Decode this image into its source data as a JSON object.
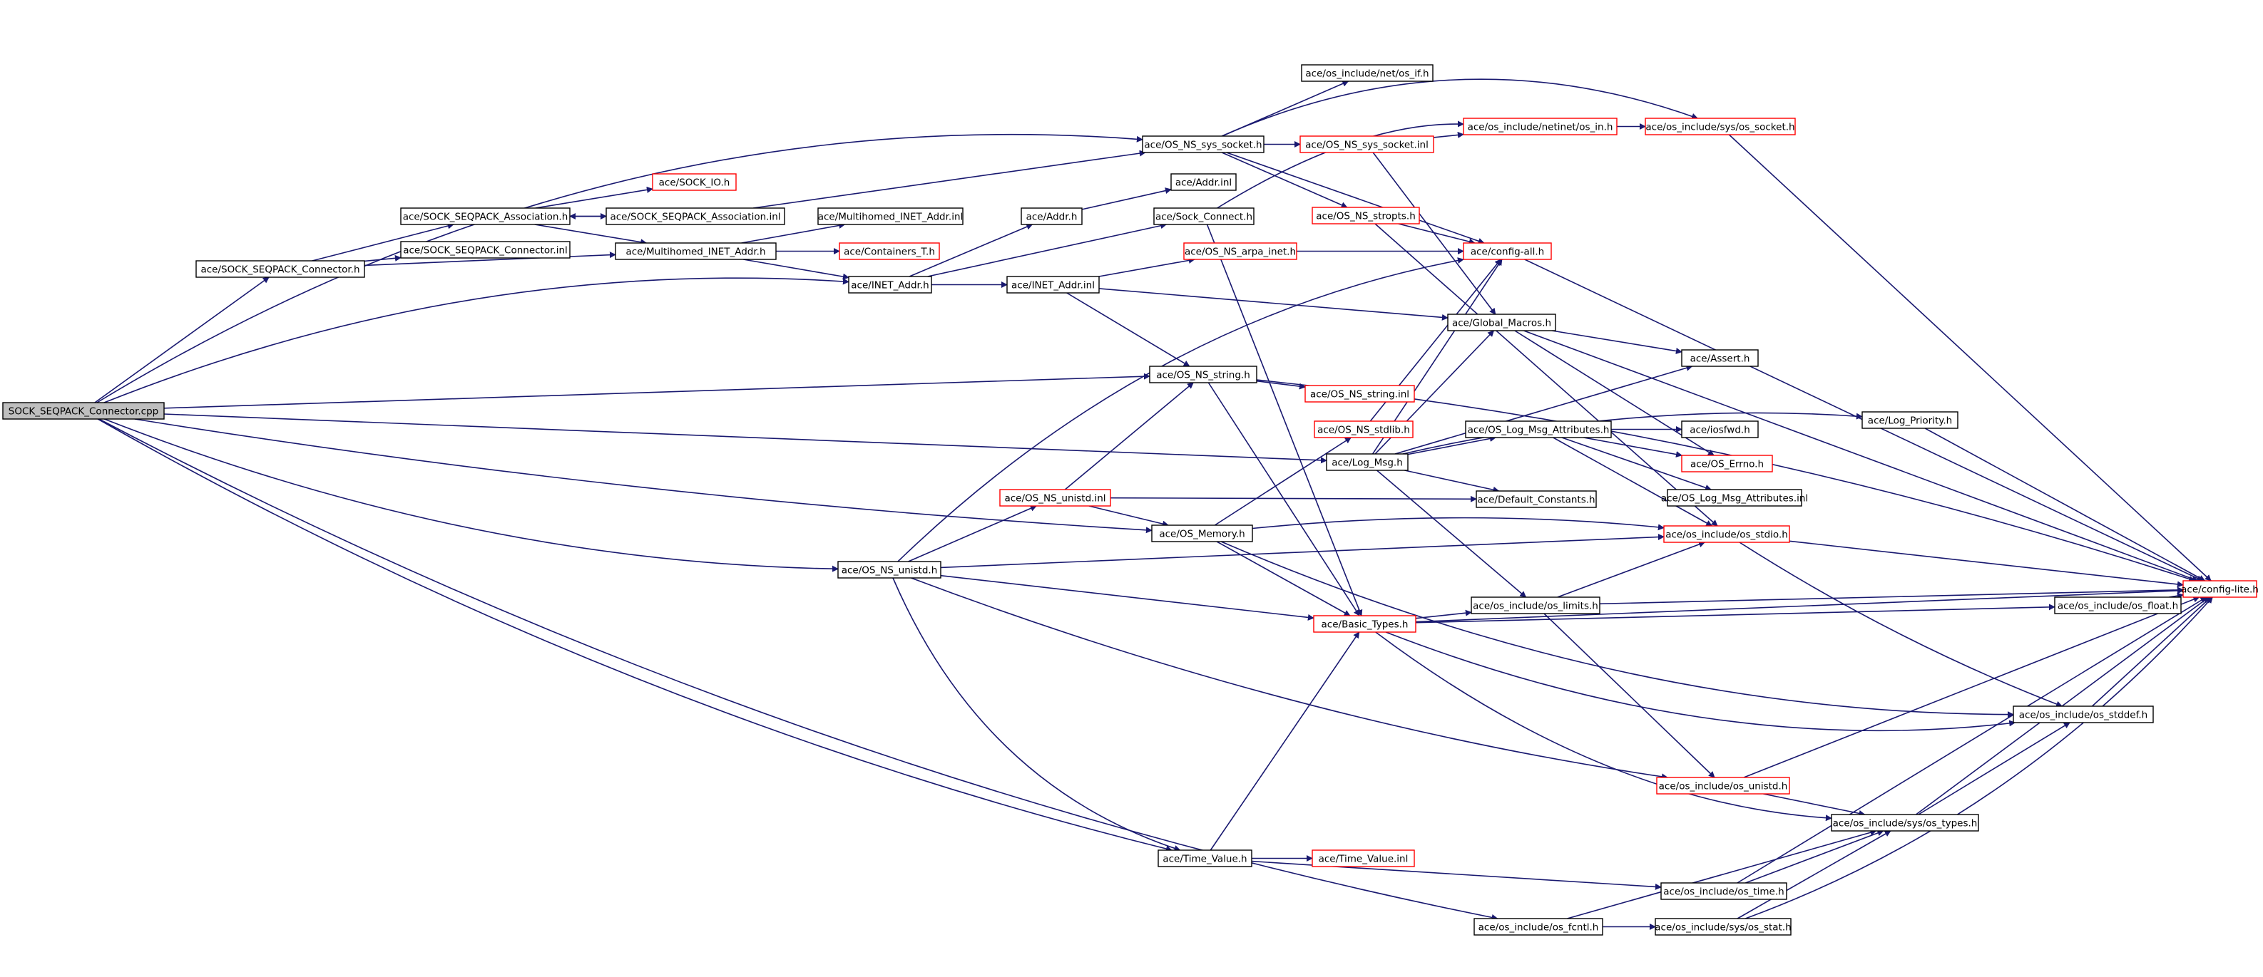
{
  "diagram": {
    "style": {
      "edge_color": "#191970",
      "border_default": "#000000",
      "border_incomplete": "#ff0000",
      "root_fill": "#bfbfbf",
      "node_fill": "#ffffff",
      "text_color": "#000000"
    },
    "nodes": [
      {
        "id": "n_root",
        "label": "SOCK_SEQPACK_Connector.cpp",
        "kind": "root"
      },
      {
        "id": "n_conn_h",
        "label": "ace/SOCK_SEQPACK_Connector.h",
        "kind": "normal"
      },
      {
        "id": "n_assoc_h",
        "label": "ace/SOCK_SEQPACK_Association.h",
        "kind": "normal"
      },
      {
        "id": "n_conn_inl",
        "label": "ace/SOCK_SEQPACK_Connector.inl",
        "kind": "normal"
      },
      {
        "id": "n_sockio",
        "label": "ace/SOCK_IO.h",
        "kind": "incomplete"
      },
      {
        "id": "n_assoc_inl",
        "label": "ace/SOCK_SEQPACK_Association.inl",
        "kind": "normal"
      },
      {
        "id": "n_mh_inet",
        "label": "ace/Multihomed_INET_Addr.h",
        "kind": "normal"
      },
      {
        "id": "n_mh_inl",
        "label": "ace/Multihomed_INET_Addr.inl",
        "kind": "normal"
      },
      {
        "id": "n_cont_t",
        "label": "ace/Containers_T.h",
        "kind": "incomplete"
      },
      {
        "id": "n_inet_h",
        "label": "ace/INET_Addr.h",
        "kind": "normal"
      },
      {
        "id": "n_addr_h",
        "label": "ace/Addr.h",
        "kind": "normal"
      },
      {
        "id": "n_addr_inl",
        "label": "ace/Addr.inl",
        "kind": "normal"
      },
      {
        "id": "n_sock_conn",
        "label": "ace/Sock_Connect.h",
        "kind": "normal"
      },
      {
        "id": "n_inet_inl",
        "label": "ace/INET_Addr.inl",
        "kind": "normal"
      },
      {
        "id": "n_sys_socket",
        "label": "ace/OS_NS_sys_socket.h",
        "kind": "normal"
      },
      {
        "id": "n_net_if",
        "label": "ace/os_include/net/os_if.h",
        "kind": "normal"
      },
      {
        "id": "n_sys_sock_inl",
        "label": "ace/OS_NS_sys_socket.inl",
        "kind": "incomplete"
      },
      {
        "id": "n_netinet_in",
        "label": "ace/os_include/netinet/os_in.h",
        "kind": "incomplete"
      },
      {
        "id": "n_sys_os_socket",
        "label": "ace/os_include/sys/os_socket.h",
        "kind": "incomplete"
      },
      {
        "id": "n_stropts",
        "label": "ace/OS_NS_stropts.h",
        "kind": "incomplete"
      },
      {
        "id": "n_arpa_inet",
        "label": "ace/OS_NS_arpa_inet.h",
        "kind": "incomplete"
      },
      {
        "id": "n_config_all",
        "label": "ace/config-all.h",
        "kind": "incomplete"
      },
      {
        "id": "n_global_macros",
        "label": "ace/Global_Macros.h",
        "kind": "normal"
      },
      {
        "id": "n_assert",
        "label": "ace/Assert.h",
        "kind": "normal"
      },
      {
        "id": "n_ns_string",
        "label": "ace/OS_NS_string.h",
        "kind": "normal"
      },
      {
        "id": "n_ns_string_inl",
        "label": "ace/OS_NS_string.inl",
        "kind": "incomplete"
      },
      {
        "id": "n_ns_stdlib",
        "label": "ace/OS_NS_stdlib.h",
        "kind": "incomplete"
      },
      {
        "id": "n_log_msg_attr",
        "label": "ace/OS_Log_Msg_Attributes.h",
        "kind": "normal"
      },
      {
        "id": "n_iosfwd",
        "label": "ace/iosfwd.h",
        "kind": "normal"
      },
      {
        "id": "n_log_priority",
        "label": "ace/Log_Priority.h",
        "kind": "normal"
      },
      {
        "id": "n_log_msg",
        "label": "ace/Log_Msg.h",
        "kind": "normal"
      },
      {
        "id": "n_os_errno",
        "label": "ace/OS_Errno.h",
        "kind": "incomplete"
      },
      {
        "id": "n_log_msg_attr_inl",
        "label": "ace/OS_Log_Msg_Attributes.inl",
        "kind": "normal"
      },
      {
        "id": "n_ns_unistd_inl",
        "label": "ace/OS_NS_unistd.inl",
        "kind": "incomplete"
      },
      {
        "id": "n_default_const",
        "label": "ace/Default_Constants.h",
        "kind": "normal"
      },
      {
        "id": "n_os_memory",
        "label": "ace/OS_Memory.h",
        "kind": "normal"
      },
      {
        "id": "n_os_stdio",
        "label": "ace/os_include/os_stdio.h",
        "kind": "incomplete"
      },
      {
        "id": "n_ns_unistd",
        "label": "ace/OS_NS_unistd.h",
        "kind": "normal"
      },
      {
        "id": "n_config_lite",
        "label": "ace/config-lite.h",
        "kind": "incomplete"
      },
      {
        "id": "n_os_limits",
        "label": "ace/os_include/os_limits.h",
        "kind": "normal"
      },
      {
        "id": "n_os_float",
        "label": "ace/os_include/os_float.h",
        "kind": "normal"
      },
      {
        "id": "n_basic_types",
        "label": "ace/Basic_Types.h",
        "kind": "incomplete"
      },
      {
        "id": "n_os_stddef",
        "label": "ace/os_include/os_stddef.h",
        "kind": "normal"
      },
      {
        "id": "n_os_unistd",
        "label": "ace/os_include/os_unistd.h",
        "kind": "incomplete"
      },
      {
        "id": "n_sys_types",
        "label": "ace/os_include/sys/os_types.h",
        "kind": "normal"
      },
      {
        "id": "n_time_value",
        "label": "ace/Time_Value.h",
        "kind": "normal"
      },
      {
        "id": "n_time_value_inl",
        "label": "ace/Time_Value.inl",
        "kind": "incomplete"
      },
      {
        "id": "n_os_time",
        "label": "ace/os_include/os_time.h",
        "kind": "normal"
      },
      {
        "id": "n_os_fcntl",
        "label": "ace/os_include/os_fcntl.h",
        "kind": "normal"
      },
      {
        "id": "n_sys_stat",
        "label": "ace/os_include/sys/os_stat.h",
        "kind": "normal"
      }
    ],
    "edges": [
      [
        "n_root",
        "n_conn_h"
      ],
      [
        "n_root",
        "n_sys_socket"
      ],
      [
        "n_root",
        "n_inet_h"
      ],
      [
        "n_root",
        "n_ns_string"
      ],
      [
        "n_root",
        "n_log_msg"
      ],
      [
        "n_root",
        "n_os_memory"
      ],
      [
        "n_root",
        "n_ns_unistd"
      ],
      [
        "n_root",
        "n_time_value"
      ],
      [
        "n_root",
        "n_os_fcntl"
      ],
      [
        "n_conn_h",
        "n_assoc_h"
      ],
      [
        "n_conn_h",
        "n_conn_inl"
      ],
      [
        "n_conn_h",
        "n_mh_inet"
      ],
      [
        "n_assoc_h",
        "n_sockio"
      ],
      [
        "n_assoc_h",
        "n_assoc_inl"
      ],
      [
        "n_assoc_h",
        "n_mh_inet"
      ],
      [
        "n_assoc_inl",
        "n_assoc_h"
      ],
      [
        "n_assoc_inl",
        "n_sys_socket"
      ],
      [
        "n_mh_inet",
        "n_mh_inl"
      ],
      [
        "n_mh_inet",
        "n_cont_t"
      ],
      [
        "n_mh_inet",
        "n_inet_h"
      ],
      [
        "n_inet_h",
        "n_addr_h"
      ],
      [
        "n_inet_h",
        "n_sock_conn"
      ],
      [
        "n_inet_h",
        "n_inet_inl"
      ],
      [
        "n_addr_h",
        "n_addr_inl"
      ],
      [
        "n_sock_conn",
        "n_netinet_in"
      ],
      [
        "n_sock_conn",
        "n_basic_types"
      ],
      [
        "n_inet_inl",
        "n_arpa_inet"
      ],
      [
        "n_inet_inl",
        "n_ns_string"
      ],
      [
        "n_inet_inl",
        "n_global_macros"
      ],
      [
        "n_sys_socket",
        "n_net_if"
      ],
      [
        "n_sys_socket",
        "n_sys_sock_inl"
      ],
      [
        "n_sys_socket",
        "n_sys_os_socket"
      ],
      [
        "n_sys_socket",
        "n_stropts"
      ],
      [
        "n_sys_socket",
        "n_config_all"
      ],
      [
        "n_sys_sock_inl",
        "n_netinet_in"
      ],
      [
        "n_sys_sock_inl",
        "n_global_macros"
      ],
      [
        "n_netinet_in",
        "n_sys_os_socket"
      ],
      [
        "n_sys_os_socket",
        "n_config_lite"
      ],
      [
        "n_stropts",
        "n_config_all"
      ],
      [
        "n_stropts",
        "n_os_stdio"
      ],
      [
        "n_arpa_inet",
        "n_config_all"
      ],
      [
        "n_config_all",
        "n_config_lite"
      ],
      [
        "n_global_macros",
        "n_assert"
      ],
      [
        "n_global_macros",
        "n_config_lite"
      ],
      [
        "n_global_macros",
        "n_os_errno"
      ],
      [
        "n_ns_string",
        "n_ns_string_inl"
      ],
      [
        "n_ns_string",
        "n_basic_types"
      ],
      [
        "n_ns_string",
        "n_config_lite"
      ],
      [
        "n_log_msg",
        "n_config_all"
      ],
      [
        "n_log_msg",
        "n_global_macros"
      ],
      [
        "n_log_msg",
        "n_assert"
      ],
      [
        "n_log_msg",
        "n_log_msg_attr"
      ],
      [
        "n_log_msg",
        "n_log_priority"
      ],
      [
        "n_log_msg",
        "n_default_const"
      ],
      [
        "n_log_msg",
        "n_os_limits"
      ],
      [
        "n_log_msg_attr",
        "n_iosfwd"
      ],
      [
        "n_log_msg_attr",
        "n_os_errno"
      ],
      [
        "n_log_msg_attr",
        "n_log_msg_attr_inl"
      ],
      [
        "n_log_msg_attr",
        "n_os_stdio"
      ],
      [
        "n_log_priority",
        "n_config_lite"
      ],
      [
        "n_ns_unistd",
        "n_ns_unistd_inl"
      ],
      [
        "n_ns_unistd",
        "n_config_all"
      ],
      [
        "n_ns_unistd",
        "n_basic_types"
      ],
      [
        "n_ns_unistd",
        "n_time_value"
      ],
      [
        "n_ns_unistd",
        "n_os_stdio"
      ],
      [
        "n_ns_unistd",
        "n_os_unistd"
      ],
      [
        "n_ns_unistd_inl",
        "n_ns_string"
      ],
      [
        "n_ns_unistd_inl",
        "n_default_const"
      ],
      [
        "n_ns_unistd_inl",
        "n_os_memory"
      ],
      [
        "n_os_memory",
        "n_ns_stdlib"
      ],
      [
        "n_os_memory",
        "n_basic_types"
      ],
      [
        "n_os_memory",
        "n_os_stddef"
      ],
      [
        "n_os_memory",
        "n_os_stdio"
      ],
      [
        "n_ns_stdlib",
        "n_config_all"
      ],
      [
        "n_os_stdio",
        "n_config_lite"
      ],
      [
        "n_os_stdio",
        "n_os_stddef"
      ],
      [
        "n_basic_types",
        "n_os_limits"
      ],
      [
        "n_basic_types",
        "n_os_float"
      ],
      [
        "n_basic_types",
        "n_config_lite"
      ],
      [
        "n_basic_types",
        "n_os_stddef"
      ],
      [
        "n_basic_types",
        "n_sys_types"
      ],
      [
        "n_os_limits",
        "n_config_lite"
      ],
      [
        "n_os_limits",
        "n_os_stdio"
      ],
      [
        "n_os_limits",
        "n_os_unistd"
      ],
      [
        "n_os_float",
        "n_config_lite"
      ],
      [
        "n_os_stddef",
        "n_config_lite"
      ],
      [
        "n_os_unistd",
        "n_config_lite"
      ],
      [
        "n_os_unistd",
        "n_sys_types"
      ],
      [
        "n_sys_types",
        "n_os_stddef"
      ],
      [
        "n_sys_types",
        "n_config_lite"
      ],
      [
        "n_time_value",
        "n_basic_types"
      ],
      [
        "n_time_value",
        "n_time_value_inl"
      ],
      [
        "n_time_value",
        "n_os_time"
      ],
      [
        "n_os_time",
        "n_sys_types"
      ],
      [
        "n_os_time",
        "n_config_lite"
      ],
      [
        "n_os_fcntl",
        "n_sys_stat"
      ],
      [
        "n_os_fcntl",
        "n_sys_types"
      ],
      [
        "n_sys_stat",
        "n_sys_types"
      ],
      [
        "n_sys_stat",
        "n_config_lite"
      ]
    ]
  }
}
